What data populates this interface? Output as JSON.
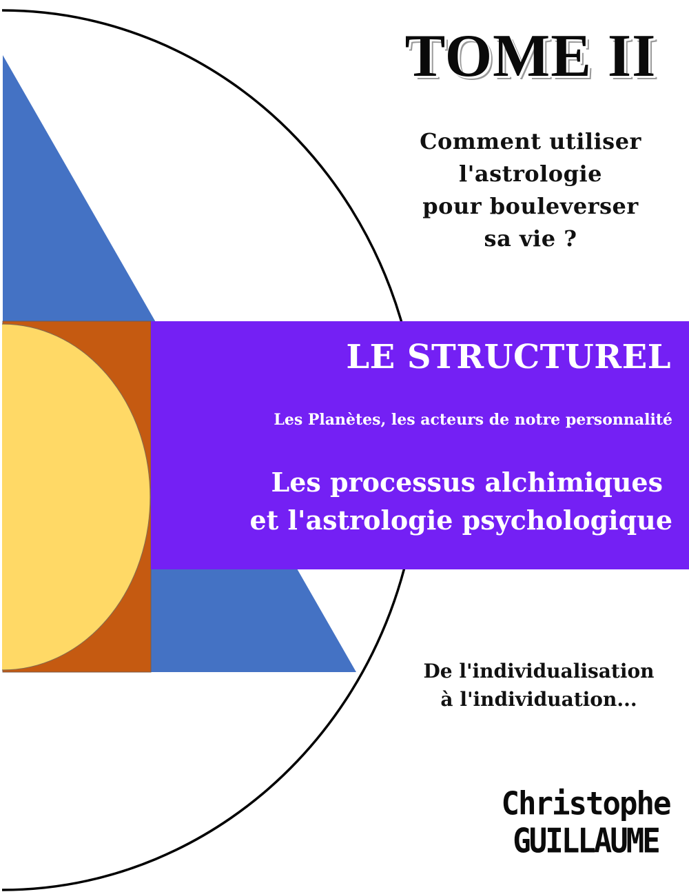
{
  "cover": {
    "volume": "TOME II",
    "question_lines": [
      "Comment utiliser",
      "l'astrologie",
      "pour bouleverser",
      "sa vie ?"
    ],
    "series_title": "LE STRUCTUREL",
    "subtitle": "Les Planètes, les acteurs de notre personnalité",
    "main_title_lines": [
      "Les processus alchimiques",
      "et l'astrologie psychologique"
    ],
    "tagline_lines": [
      "De l'individualisation",
      "à l'individuation..."
    ],
    "author": {
      "first_name": "Christophe",
      "last_name": "GUILLAUME"
    }
  },
  "colors": {
    "background": "#FFFFFF",
    "band_purple": "#7420F4",
    "triangle_blue": "#4472C4",
    "square_orange": "#C55A11",
    "semicircle_yellow": "#FFD966",
    "outline_black": "#000000",
    "text_dark": "#111111",
    "text_light": "#FFFFFF"
  },
  "shapes": [
    {
      "name": "outer-ellipse-outline",
      "type": "ellipse"
    },
    {
      "name": "blue-triangle",
      "type": "triangle"
    },
    {
      "name": "orange-square",
      "type": "rectangle"
    },
    {
      "name": "yellow-semicircle",
      "type": "ellipse"
    },
    {
      "name": "purple-band",
      "type": "rectangle"
    }
  ]
}
